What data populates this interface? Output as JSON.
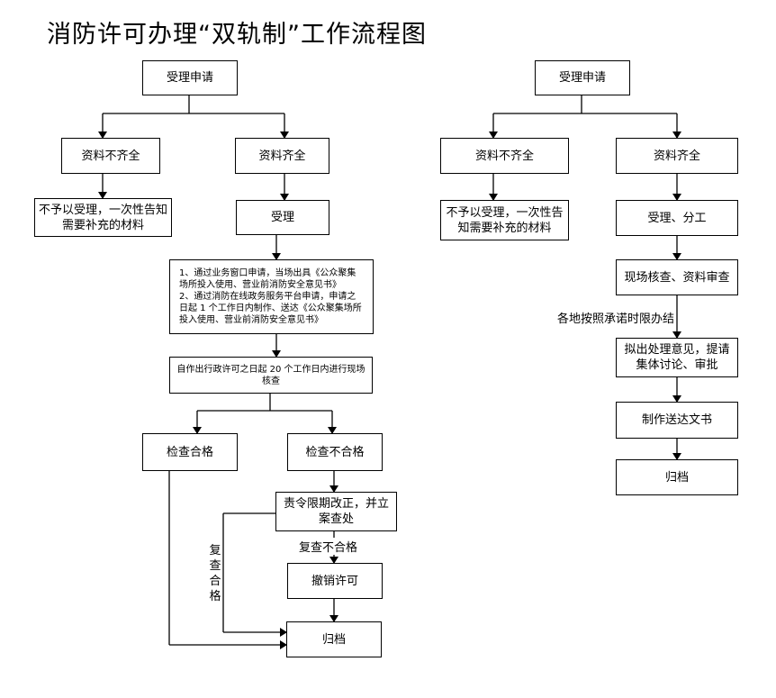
{
  "title": "消防许可办理“双轨制”工作流程图",
  "left": {
    "accept": "受理申请",
    "incomplete": "资料不齐全",
    "complete": "资料齐全",
    "reject": "不予以受理，一次性告知需要补充的材料",
    "process": "受理",
    "channels": "1、通过业务窗口申请，当场出具《公众聚集场所投入使用、营业前消防安全意见书》\n2、通过消防在线政务服务平台申请，申请之日起 1 个工作日内制作、送达《公众聚集场所投入使用、营业前消防安全意见书》",
    "inspect": "自作出行政许可之日起 20 个工作日内进行现场核查",
    "pass": "检查合格",
    "fail": "检查不合格",
    "rectify": "责令限期改正，并立案查处",
    "recheck_fail": "复查不合格",
    "recheck_pass": "复查合格",
    "revoke": "撤销许可",
    "archive": "归档"
  },
  "right": {
    "accept": "受理申请",
    "incomplete": "资料不齐全",
    "complete": "资料齐全",
    "reject": "不予以受理，一次性告知需要补充的材料",
    "process": "受理、分工",
    "verify": "现场核查、资料审查",
    "deadline_note": "各地按照承诺时限办结",
    "opinion": "拟出处理意见，提请集体讨论、审批",
    "document": "制作送达文书",
    "archive": "归档"
  }
}
